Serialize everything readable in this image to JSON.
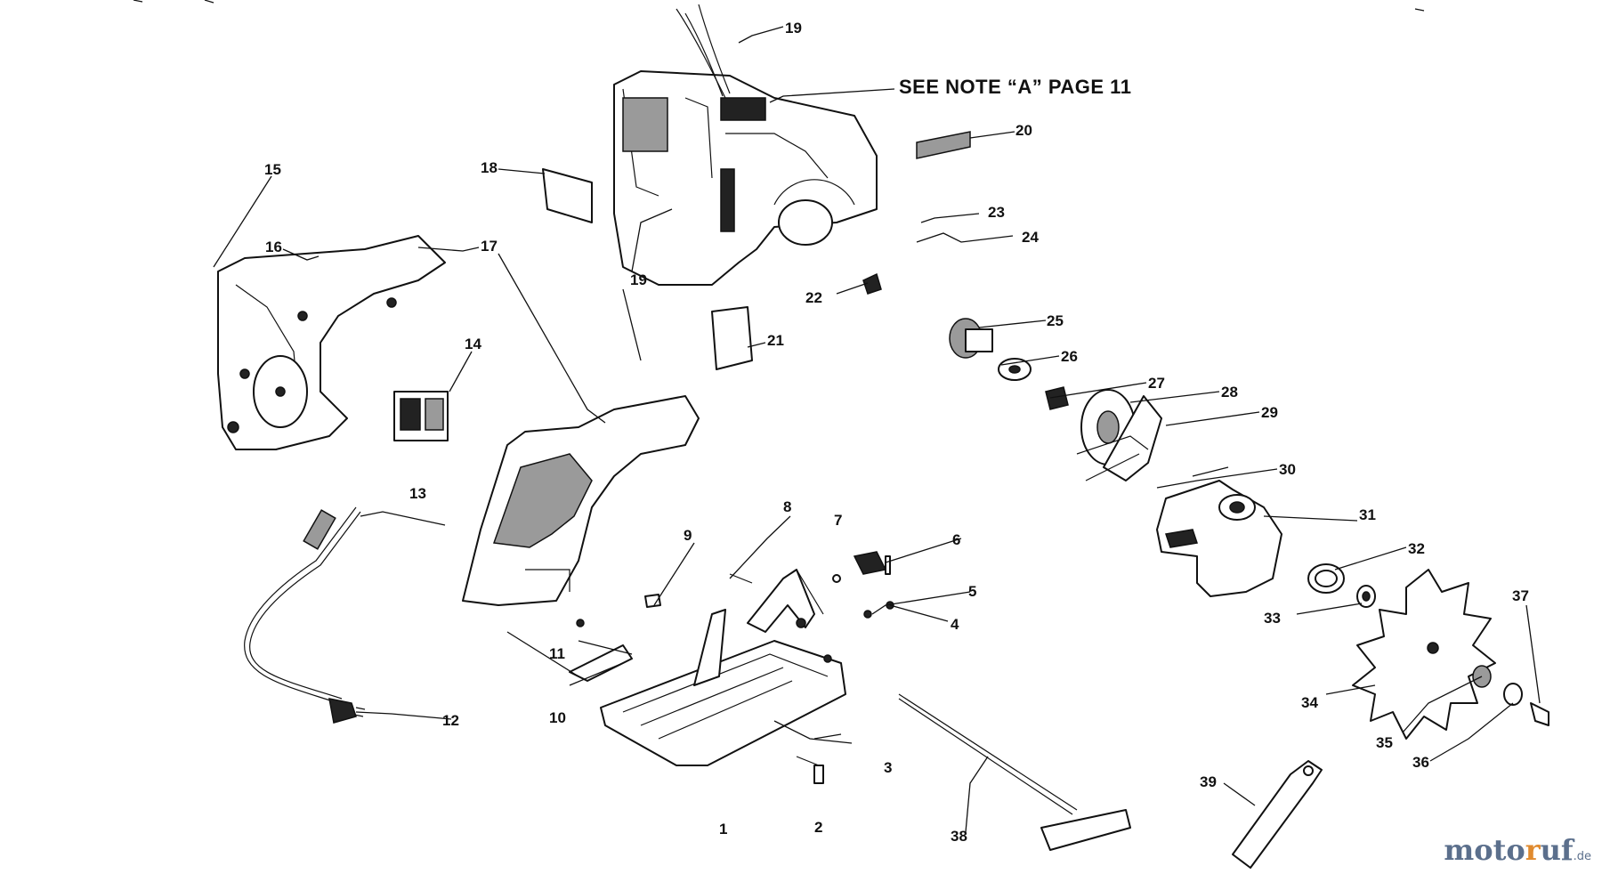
{
  "note": "SEE NOTE “A” PAGE 11",
  "parts": [
    "1",
    "2",
    "3",
    "4",
    "5",
    "6",
    "7",
    "8",
    "9",
    "10",
    "11",
    "12",
    "13",
    "14",
    "15",
    "16",
    "17",
    "18",
    "19",
    "20",
    "21",
    "22",
    "23",
    "24",
    "25",
    "26",
    "27",
    "28",
    "29",
    "30",
    "31",
    "32",
    "33",
    "34",
    "35",
    "36",
    "37",
    "38",
    "39"
  ],
  "labels": {
    "p1": "1",
    "p2": "2",
    "p3": "3",
    "p4": "4",
    "p5": "5",
    "p6": "6",
    "p7": "7",
    "p8": "8",
    "p9": "9",
    "p10": "10",
    "p11": "11",
    "p12": "12",
    "p13": "13",
    "p14": "14",
    "p15": "15",
    "p16": "16",
    "p17": "17",
    "p18": "18",
    "p19a": "19",
    "p19b": "19",
    "p20": "20",
    "p21": "21",
    "p22": "22",
    "p23": "23",
    "p24": "24",
    "p25": "25",
    "p26": "26",
    "p27": "27",
    "p28": "28",
    "p29": "29",
    "p30": "30",
    "p31": "31",
    "p32": "32",
    "p33": "33",
    "p34": "34",
    "p35": "35",
    "p36": "36",
    "p37": "37",
    "p38": "38",
    "p39": "39"
  },
  "watermark": {
    "part1": "moto",
    "part2": "r",
    "part3": "uf",
    "tld": ".de"
  },
  "colors": {
    "ink": "#111111",
    "watermark_blue": "#5b6f8c",
    "watermark_orange": "#e08a2e"
  }
}
